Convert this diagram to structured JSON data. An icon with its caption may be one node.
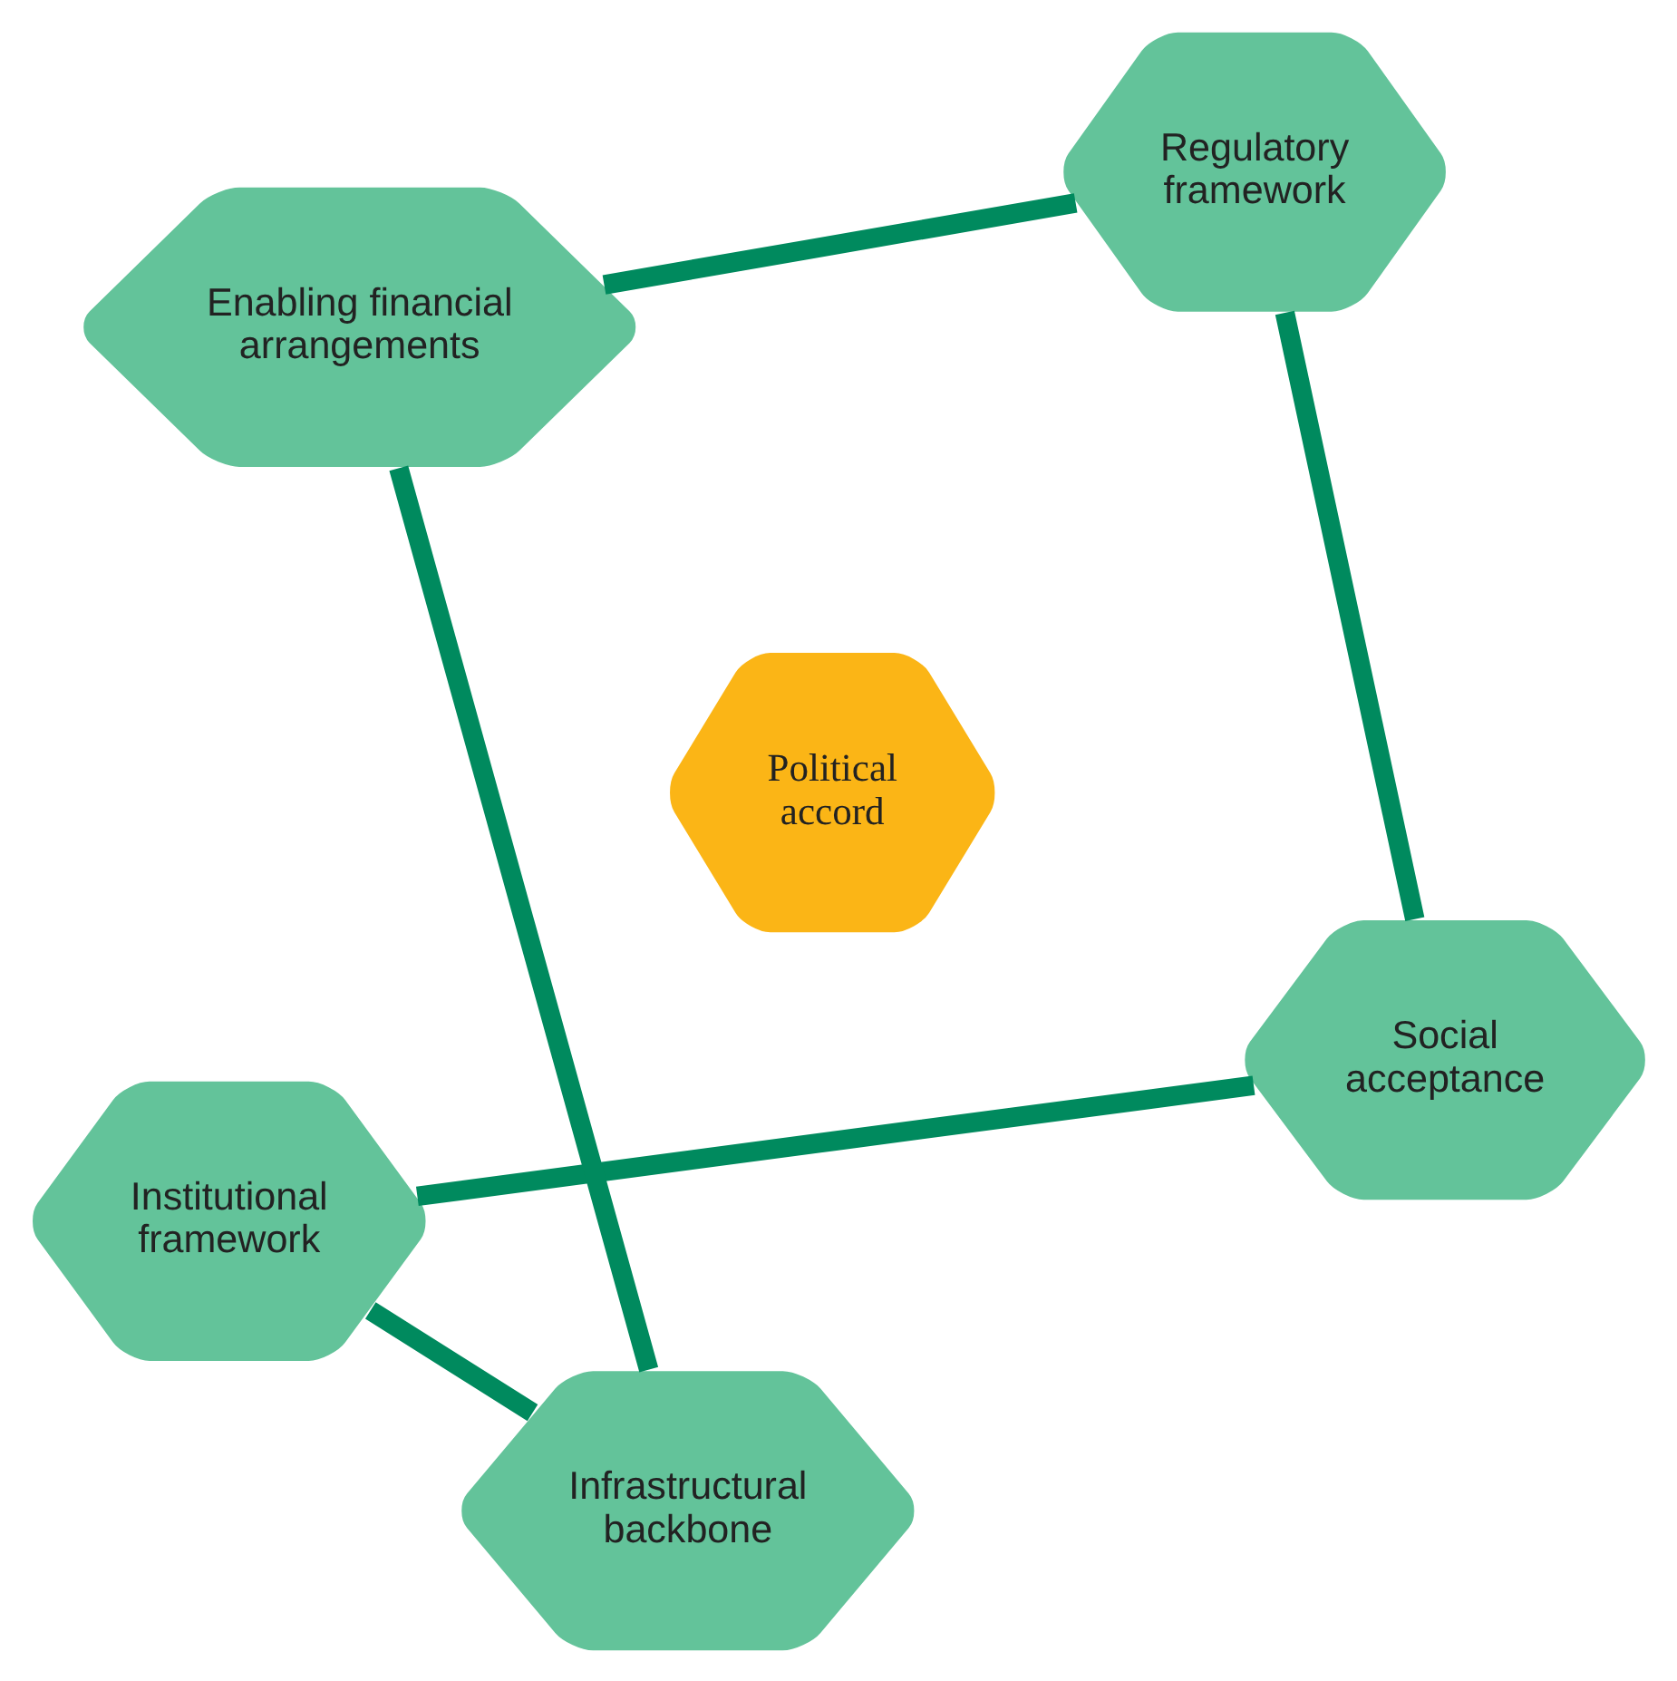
{
  "diagram": {
    "nodes": [
      {
        "text": [
          "Institutional framework"
        ]
      },
      {
        "text": [
          "Social acceptance"
        ]
      },
      {
        "text": [
          "Infrastructural backbone"
        ]
      },
      {
        "text": [
          "Political accord"
        ]
      },
      {
        "text": [
          "Regulatory framework"
        ]
      },
      {
        "text": [
          "Enabling financial arrangements"
        ]
      }
    ],
    "edges": [
      {
        "from": 0,
        "to": 2,
        "arrow": "none"
      },
      {
        "from": 2,
        "to": 5,
        "arrow": "none"
      },
      {
        "from": 5,
        "to": 4,
        "arrow": "none"
      },
      {
        "from": 4,
        "to": 1,
        "arrow": "none"
      },
      {
        "from": 1,
        "to": 0,
        "arrow": "none"
      }
    ]
  }
}
